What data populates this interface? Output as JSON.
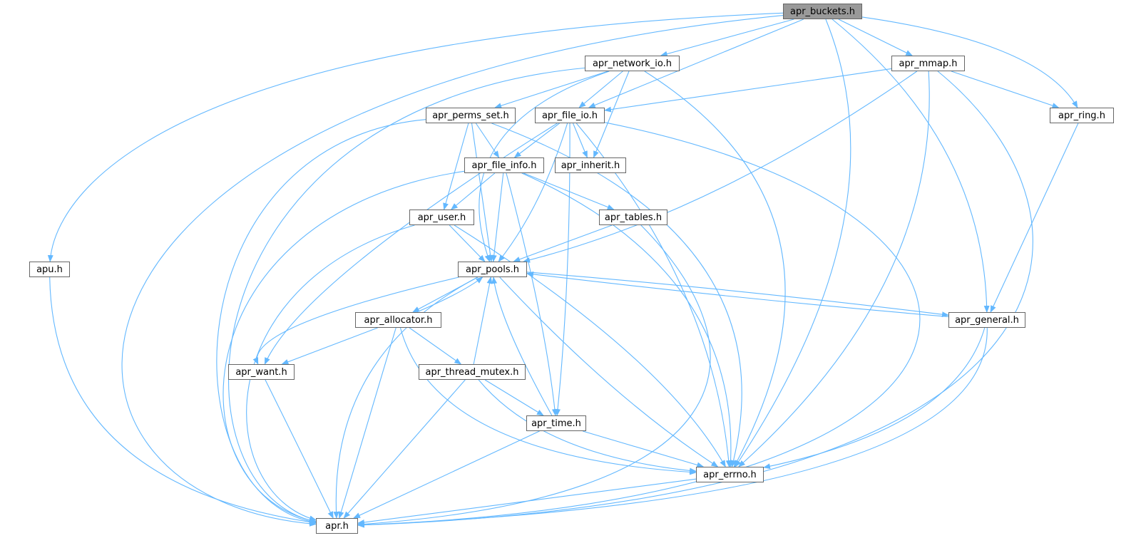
{
  "root": "apr_buckets.h",
  "colors": {
    "edge": "#63b8ff",
    "root_fill": "#999999",
    "node_border": "#666666"
  },
  "nodes": [
    {
      "id": "buckets",
      "label": "apr_buckets.h"
    },
    {
      "id": "network",
      "label": "apr_network_io.h"
    },
    {
      "id": "mmap",
      "label": "apr_mmap.h"
    },
    {
      "id": "perms",
      "label": "apr_perms_set.h"
    },
    {
      "id": "fileio",
      "label": "apr_file_io.h"
    },
    {
      "id": "ring",
      "label": "apr_ring.h"
    },
    {
      "id": "fileinfo",
      "label": "apr_file_info.h"
    },
    {
      "id": "inherit",
      "label": "apr_inherit.h"
    },
    {
      "id": "user",
      "label": "apr_user.h"
    },
    {
      "id": "tables",
      "label": "apr_tables.h"
    },
    {
      "id": "apu",
      "label": "apu.h"
    },
    {
      "id": "pools",
      "label": "apr_pools.h"
    },
    {
      "id": "general",
      "label": "apr_general.h"
    },
    {
      "id": "allocator",
      "label": "apr_allocator.h"
    },
    {
      "id": "want",
      "label": "apr_want.h"
    },
    {
      "id": "mutex",
      "label": "apr_thread_mutex.h"
    },
    {
      "id": "time",
      "label": "apr_time.h"
    },
    {
      "id": "errno",
      "label": "apr_errno.h"
    },
    {
      "id": "apr",
      "label": "apr.h"
    }
  ],
  "edges": [
    [
      "buckets",
      "apr"
    ],
    [
      "buckets",
      "apu"
    ],
    [
      "buckets",
      "network"
    ],
    [
      "buckets",
      "fileio"
    ],
    [
      "buckets",
      "errno"
    ],
    [
      "buckets",
      "mmap"
    ],
    [
      "buckets",
      "general"
    ],
    [
      "buckets",
      "ring"
    ],
    [
      "network",
      "apr"
    ],
    [
      "network",
      "perms"
    ],
    [
      "network",
      "pools"
    ],
    [
      "network",
      "fileio"
    ],
    [
      "network",
      "inherit"
    ],
    [
      "network",
      "errno"
    ],
    [
      "mmap",
      "fileio"
    ],
    [
      "mmap",
      "pools"
    ],
    [
      "mmap",
      "errno"
    ],
    [
      "mmap",
      "ring"
    ],
    [
      "mmap",
      "apr"
    ],
    [
      "perms",
      "apr"
    ],
    [
      "perms",
      "fileinfo"
    ],
    [
      "perms",
      "user"
    ],
    [
      "perms",
      "pools"
    ],
    [
      "perms",
      "errno"
    ],
    [
      "fileio",
      "fileinfo"
    ],
    [
      "fileio",
      "inherit"
    ],
    [
      "fileio",
      "pools"
    ],
    [
      "fileio",
      "want"
    ],
    [
      "fileio",
      "time"
    ],
    [
      "fileio",
      "errno"
    ],
    [
      "fileio",
      "apr"
    ],
    [
      "ring",
      "general"
    ],
    [
      "fileinfo",
      "apr"
    ],
    [
      "fileinfo",
      "user"
    ],
    [
      "fileinfo",
      "pools"
    ],
    [
      "fileinfo",
      "tables"
    ],
    [
      "fileinfo",
      "time"
    ],
    [
      "fileinfo",
      "errno"
    ],
    [
      "user",
      "apr"
    ],
    [
      "user",
      "pools"
    ],
    [
      "user",
      "errno"
    ],
    [
      "tables",
      "pools"
    ],
    [
      "tables",
      "apr"
    ],
    [
      "apu",
      "apr"
    ],
    [
      "pools",
      "allocator"
    ],
    [
      "pools",
      "want"
    ],
    [
      "pools",
      "apr"
    ],
    [
      "pools",
      "errno"
    ],
    [
      "pools",
      "general"
    ],
    [
      "general",
      "pools"
    ],
    [
      "general",
      "errno"
    ],
    [
      "general",
      "apr"
    ],
    [
      "allocator",
      "pools"
    ],
    [
      "allocator",
      "want"
    ],
    [
      "allocator",
      "mutex"
    ],
    [
      "allocator",
      "apr"
    ],
    [
      "allocator",
      "errno"
    ],
    [
      "want",
      "apr"
    ],
    [
      "mutex",
      "pools"
    ],
    [
      "mutex",
      "time"
    ],
    [
      "mutex",
      "errno"
    ],
    [
      "mutex",
      "apr"
    ],
    [
      "time",
      "pools"
    ],
    [
      "time",
      "errno"
    ],
    [
      "time",
      "apr"
    ],
    [
      "errno",
      "apr"
    ]
  ]
}
